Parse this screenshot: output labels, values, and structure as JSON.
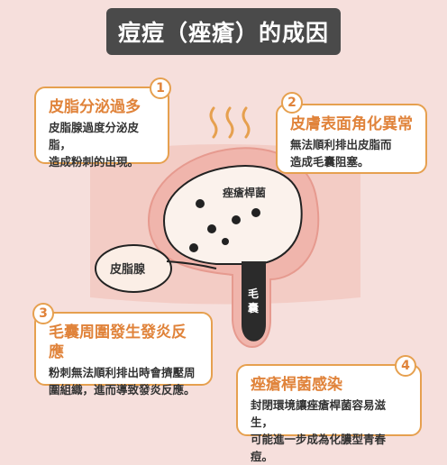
{
  "title": "痘痘（痤瘡）的成因",
  "cards": [
    {
      "number": "1",
      "heading": "皮脂分泌過多",
      "body": "皮脂腺過度分泌皮脂，\n造成粉刺的出現。"
    },
    {
      "number": "2",
      "heading": "皮膚表面角化異常",
      "body": "無法順利排出皮脂而\n造成毛囊阻塞。"
    },
    {
      "number": "3",
      "heading": "毛囊周圍發生發炎反應",
      "body": "粉刺無法順利排出時會擠壓周\n圍組織，進而導致發炎反應。"
    },
    {
      "number": "4",
      "heading": "痤瘡桿菌感染",
      "body": "封閉環境讓痤瘡桿菌容易滋生，\n可能進一步成為化膿型青春痘。"
    }
  ],
  "labels": {
    "bacteria": "痤瘡桿菌",
    "sebaceous_gland": "皮脂腺",
    "follicle": "毛囊"
  },
  "colors": {
    "accent": "#e6a04f",
    "heading": "#e0833a",
    "title_bg": "#4a4a4a",
    "background": "#f6dfdc",
    "skin_outer": "#f0b5ac",
    "skin_inner": "#f3ccc5",
    "pimple_fill": "#fbf2ec",
    "gland_fill": "#fbeee6"
  }
}
